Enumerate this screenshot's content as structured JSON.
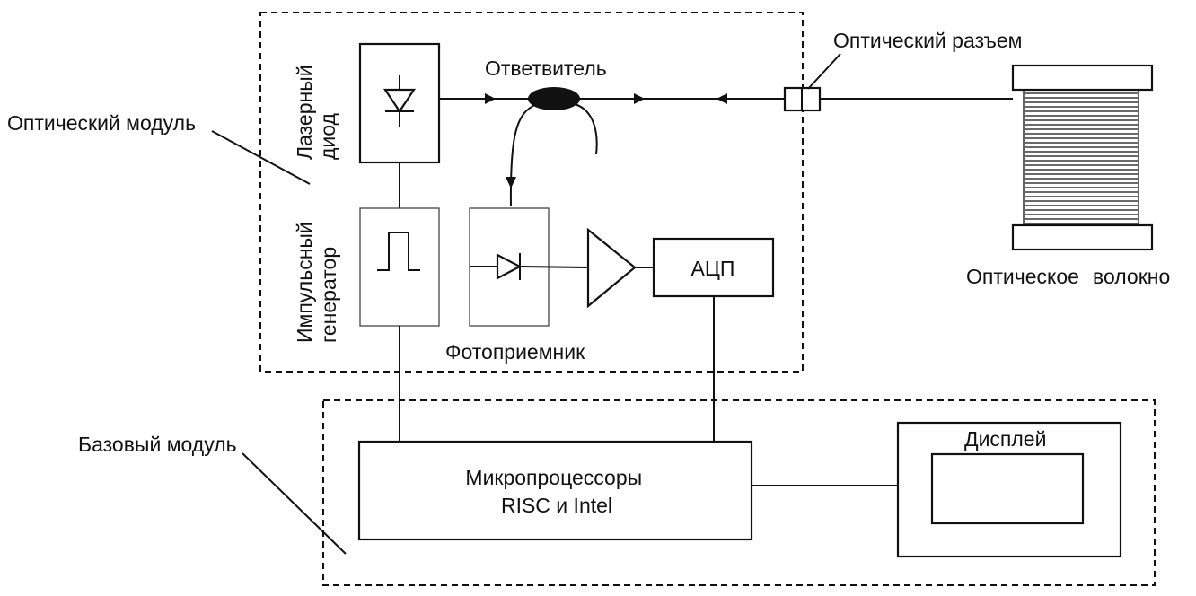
{
  "labels": {
    "optical_module": "Оптический модуль",
    "base_module": "Базовый модуль",
    "laser_diode_line1": "Лазерный",
    "laser_diode_line2": "диод",
    "pulse_generator_line1": "Импульсный",
    "pulse_generator_line2": "генератор",
    "coupler": "Ответвитель",
    "optical_connector": "Оптический разъем",
    "optical_fiber_word1": "Оптическое",
    "optical_fiber_word2": "волокно",
    "photodetector": "Фотоприемник",
    "adc": "АЦП",
    "microprocessors_line1": "Микропроцессоры",
    "microprocessors_line2": "RISC и Intel",
    "display": "Дисплей"
  },
  "icons": {
    "laser_diode": "diode-symbol-icon",
    "pulse": "pulse-waveform-icon",
    "photodiode": "photodiode-symbol-icon",
    "amplifier": "amplifier-triangle-icon",
    "coupler": "fiber-coupler-icon",
    "connector": "optical-connector-icon",
    "fiber_spool": "fiber-spool-icon"
  }
}
